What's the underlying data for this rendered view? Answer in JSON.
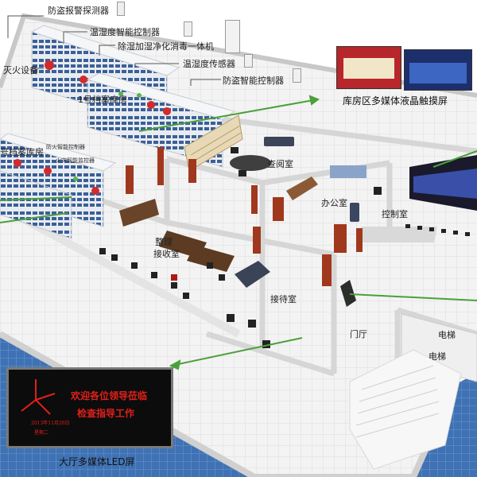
{
  "labels": {
    "anti_theft_detector": "防盗报警探测器",
    "temp_humidity_controller": "温湿度智能控制器",
    "dehumid_purify_unit": "除湿加湿净化消毒一体机",
    "temp_humidity_sensor": "温湿度传感器",
    "anti_theft_controller": "防盗智能控制器",
    "fire_equipment": "灭火设备",
    "archive_room_1": "1号档案库房",
    "archive_room_2": "号档案库房",
    "fire_small_1": "防火智能控制器",
    "fire_small_2": "火灾智能监控器",
    "reading_room": "查阅室",
    "office": "办公室",
    "control_room": "控制室",
    "sorting_room_line1": "整理",
    "sorting_room_line2": "接收室",
    "reception_room": "接待室",
    "lobby": "门厅",
    "elevator_1": "电梯",
    "elevator_2": "电梯",
    "touchscreen_caption": "库房区多媒体液晶触摸屏",
    "led_caption": "大厅多媒体LED屏"
  },
  "led_screen": {
    "line1": "欢迎各位领导莅临",
    "line2": "检查指导工作",
    "date": "2013年11月26日",
    "weekday": "星期二"
  },
  "colors": {
    "accent_green": "#4aa03a",
    "led_red": "#e0201a",
    "floor_blue": "#3d6fb0"
  }
}
